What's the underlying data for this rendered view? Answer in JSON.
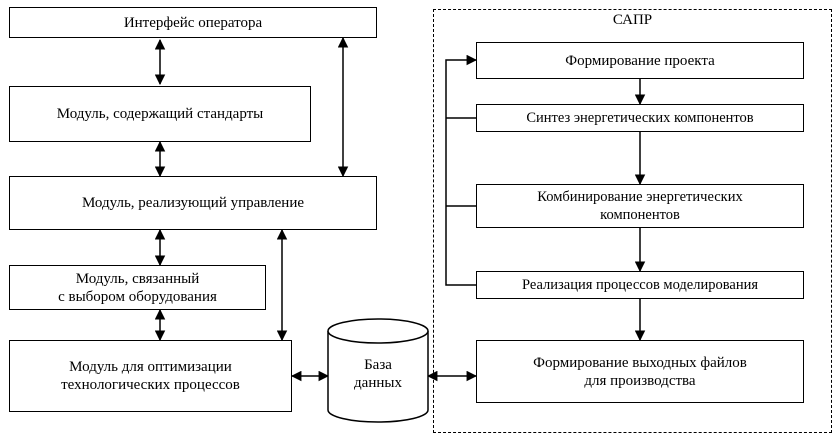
{
  "left_column": {
    "operator_interface": "Интерфейс оператора",
    "standards_module": "Модуль, содержащий стандарты",
    "control_module": "Модуль, реализующий управление",
    "equipment_module": "Модуль, связанный\nс выбором оборудования",
    "optimization_module": "Модуль для оптимизации\nтехнологических процессов"
  },
  "database": {
    "label": "База\nданных"
  },
  "sapr": {
    "title": "САПР",
    "project_formation": "Формирование проекта",
    "component_synthesis": "Синтез энергетических компонентов",
    "component_combination": "Комбинирование энергетических\nкомпонентов",
    "modeling": "Реализация процессов моделирования",
    "output_files": "Формирование выходных файлов\nдля производства"
  }
}
